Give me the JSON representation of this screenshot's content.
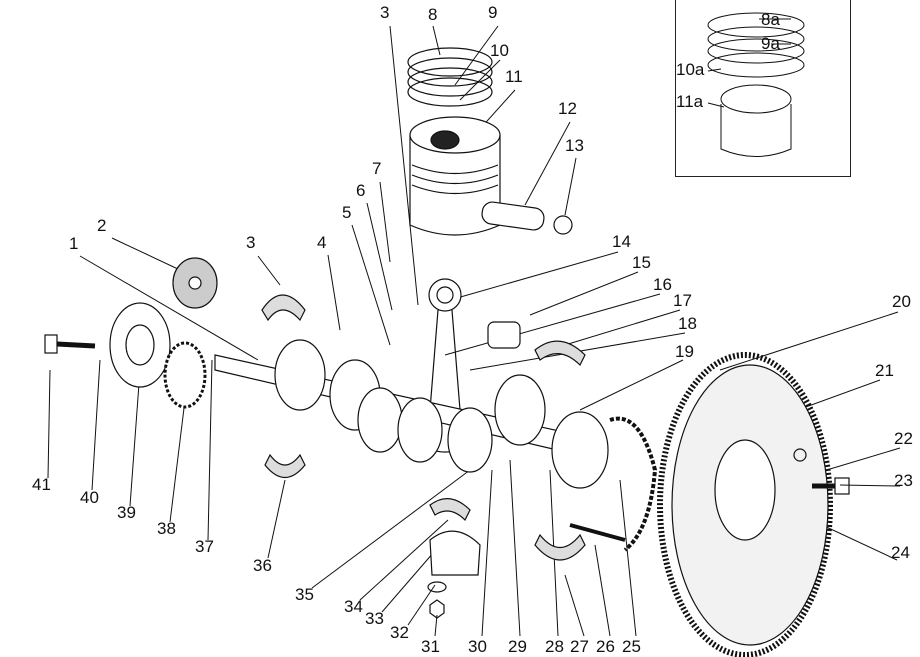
{
  "labels": {
    "l1": "1",
    "l2": "2",
    "l3a": "3",
    "l3b": "3",
    "l4": "4",
    "l5": "5",
    "l6": "6",
    "l7": "7",
    "l8": "8",
    "l9": "9",
    "l10": "10",
    "l11": "11",
    "l12": "12",
    "l13": "13",
    "l14": "14",
    "l15": "15",
    "l16": "16",
    "l17": "17",
    "l18": "18",
    "l19": "19",
    "l20": "20",
    "l21": "21",
    "l22": "22",
    "l23": "23",
    "l24": "24",
    "l25": "25",
    "l26": "26",
    "l27": "27",
    "l28": "28",
    "l29": "29",
    "l30": "30",
    "l31": "31",
    "l32": "32",
    "l33": "33",
    "l34": "34",
    "l35": "35",
    "l36": "36",
    "l37": "37",
    "l38": "38",
    "l39": "39",
    "l40": "40",
    "l41": "41"
  },
  "inset": {
    "l8a": "8a",
    "l9a": "9a",
    "l10a": "10a",
    "l11a": "11a"
  }
}
